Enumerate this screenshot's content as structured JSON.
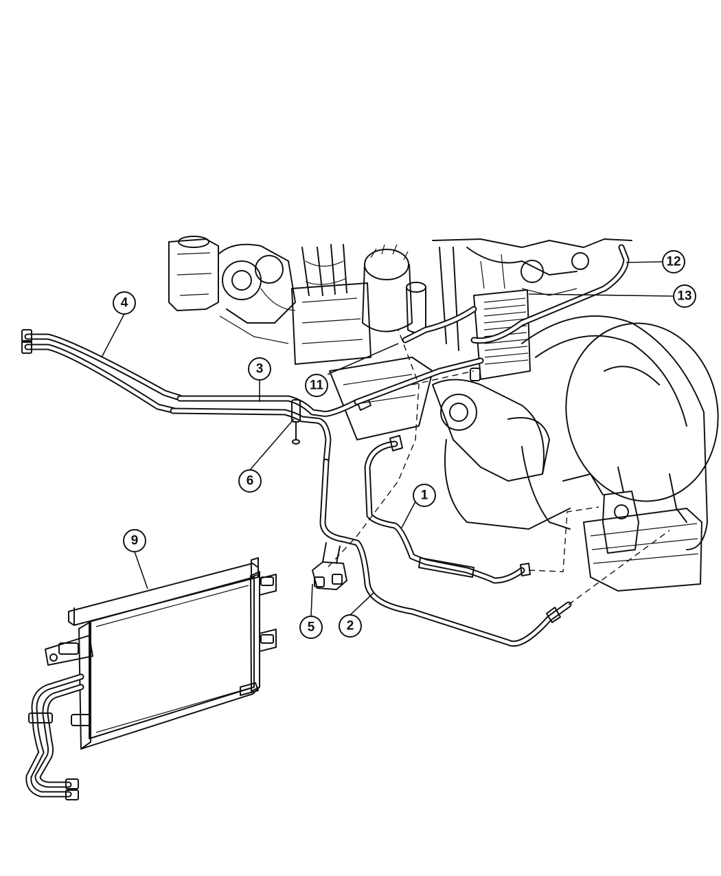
{
  "callouts": [
    {
      "id": "1",
      "label": "1"
    },
    {
      "id": "2",
      "label": "2"
    },
    {
      "id": "3",
      "label": "3"
    },
    {
      "id": "4",
      "label": "4"
    },
    {
      "id": "5",
      "label": "5"
    },
    {
      "id": "6",
      "label": "6"
    },
    {
      "id": "9",
      "label": "9"
    },
    {
      "id": "11",
      "label": "11"
    },
    {
      "id": "12",
      "label": "12"
    },
    {
      "id": "13",
      "label": "13"
    }
  ]
}
